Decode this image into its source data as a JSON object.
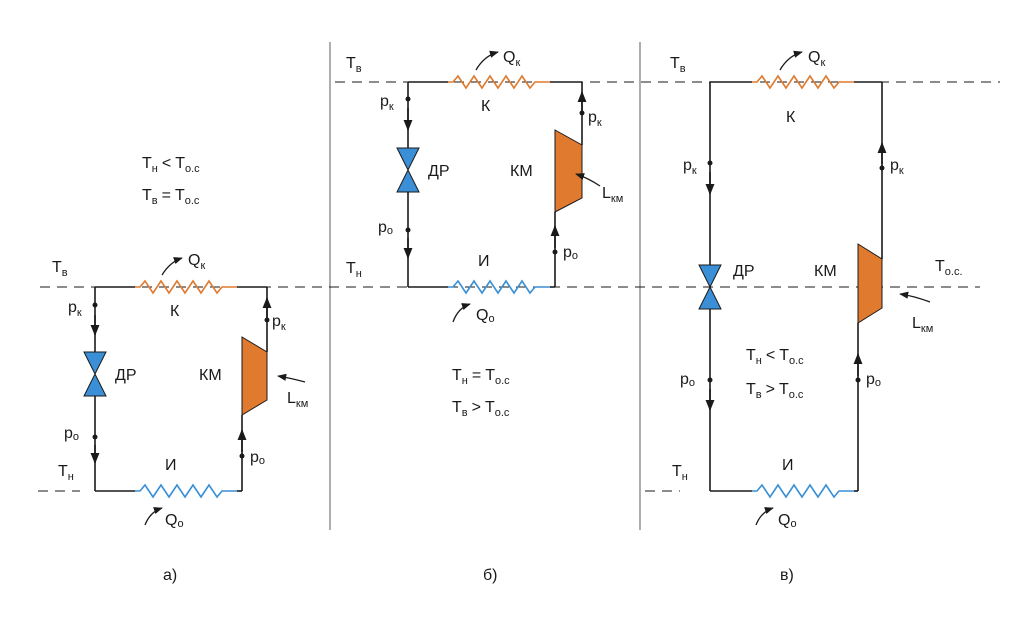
{
  "colors": {
    "condenser": "#e07a2f",
    "evaporator": "#3a8fd6",
    "compressor": "#e07a2f",
    "valve": "#3a8fd6",
    "line": "#1a1a1a"
  },
  "labels": {
    "Qk": "Q",
    "Qk_sub": "к",
    "Q0": "Q",
    "Q0_sub": "о",
    "K": "К",
    "I": "И",
    "DR": "ДР",
    "KM": "КМ",
    "L": "L",
    "L_sub": "км",
    "pk": "p",
    "pk_sub": "к",
    "p0": "p",
    "p0_sub": "о",
    "Tv": "T",
    "Tv_sub": "в",
    "Tn": "T",
    "Tn_sub": "н",
    "Tos": "T",
    "Tos_sub": "о.с."
  },
  "panels": {
    "a": {
      "caption": "а)",
      "cond1": {
        "T": "T",
        "sub": "н",
        "rel": "<",
        "T2": "T",
        "sub2": "о.с"
      },
      "cond2": {
        "T": "T",
        "sub": "в",
        "rel": "=",
        "T2": "T",
        "sub2": "о.с"
      }
    },
    "b": {
      "caption": "б)",
      "cond1": {
        "T": "T",
        "sub": "н",
        "rel": "=",
        "T2": "T",
        "sub2": "о.с"
      },
      "cond2": {
        "T": "T",
        "sub": "в",
        "rel": ">",
        "T2": "T",
        "sub2": "о.с"
      }
    },
    "c": {
      "caption": "в)",
      "cond1": {
        "T": "T",
        "sub": "н",
        "rel": "<",
        "T2": "T",
        "sub2": "о.с"
      },
      "cond2": {
        "T": "T",
        "sub": "в",
        "rel": ">",
        "T2": "T",
        "sub2": "о.с"
      }
    }
  }
}
